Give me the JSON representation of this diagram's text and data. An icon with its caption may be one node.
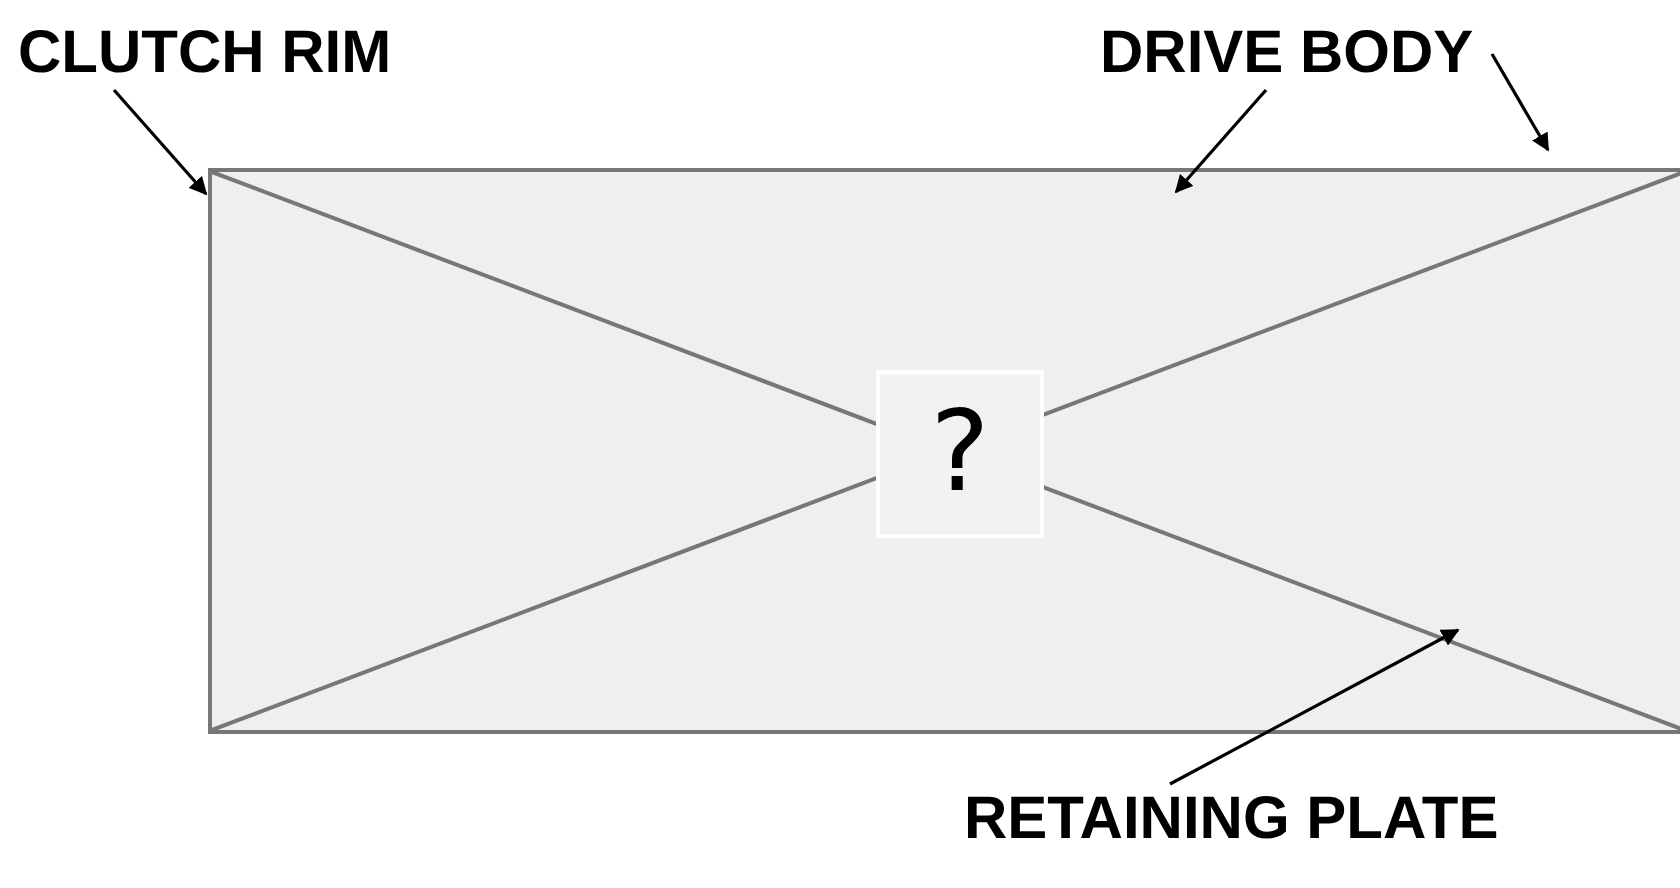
{
  "diagram": {
    "nodes": [
      {
        "text": [
          "CLUTCH RIM"
        ]
      },
      {
        "text": [
          "DRIVE BODY"
        ]
      },
      {
        "text": [
          "RETAINING PLATE"
        ]
      },
      {
        "text": [],
        "shape": "box"
      },
      {
        "text": [
          "?"
        ],
        "in": 3
      }
    ],
    "edges": [
      {
        "from": 0,
        "to": 3,
        "arrow": "to"
      },
      {
        "from": 1,
        "to": 3,
        "arrow": "to"
      },
      {
        "from": 1,
        "to": 3,
        "arrow": "to"
      },
      {
        "from": 2,
        "to": 3,
        "arrow": "to"
      }
    ]
  }
}
